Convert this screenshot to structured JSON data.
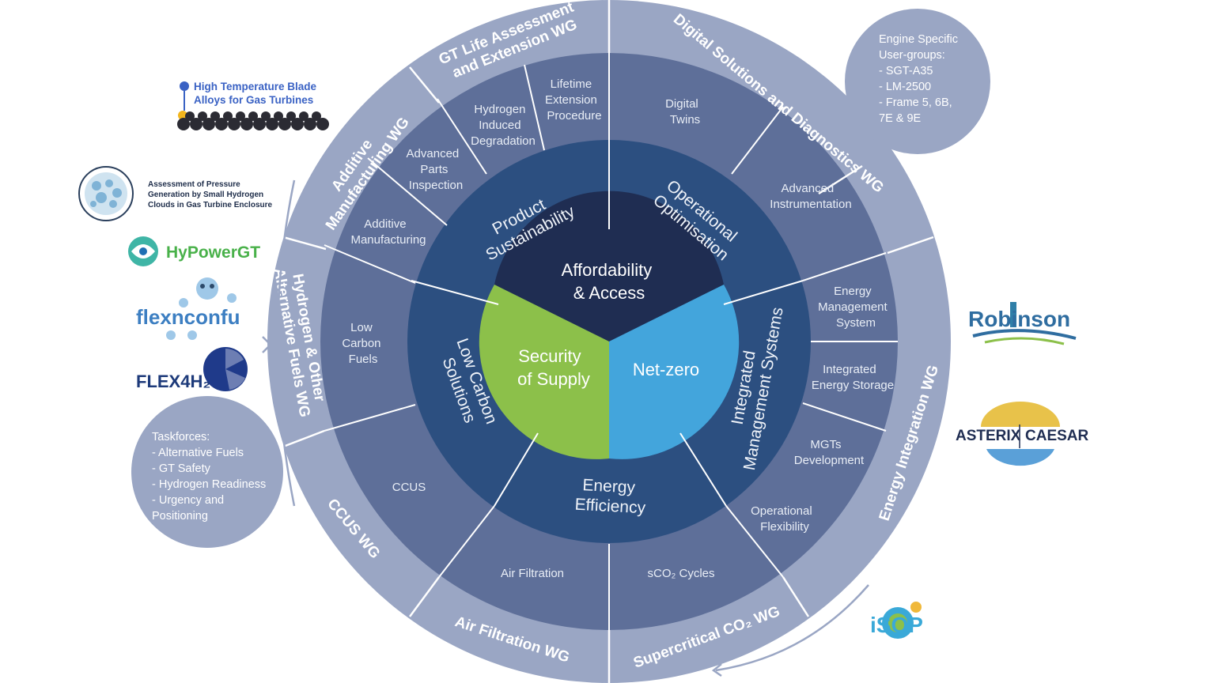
{
  "core": {
    "affordability": [
      "Affordability",
      "& Access"
    ],
    "security": [
      "Security",
      "of Supply"
    ],
    "netzero": [
      "Net-zero"
    ]
  },
  "pillars": {
    "product": [
      "Product",
      "Sustainability"
    ],
    "operational": [
      "Operational",
      "Optimisation"
    ],
    "integrated": [
      "Integrated",
      "Management Systems"
    ],
    "energy_eff": [
      "Energy",
      "Efficiency"
    ],
    "low_carbon": [
      "Low Carbon",
      "Solutions"
    ]
  },
  "topics": {
    "lifetime": [
      "Lifetime",
      "Extension",
      "Procedure"
    ],
    "hydrogen_deg": [
      "Hydrogen",
      "Induced",
      "Degradation"
    ],
    "adv_parts": [
      "Advanced",
      "Parts",
      "Inspection"
    ],
    "additive": [
      "Additive",
      "Manufacturing"
    ],
    "digital_twins": [
      "Digital",
      "Twins"
    ],
    "adv_instr": [
      "Advanced",
      "Instrumentation"
    ],
    "ems": [
      "Energy",
      "Management",
      "System"
    ],
    "ies": [
      "Integrated",
      "Energy Storage"
    ],
    "mgts": [
      "MGTs",
      "Development"
    ],
    "op_flex": [
      "Operational",
      "Flexibility"
    ],
    "sco2": "sCO₂ Cycles",
    "air_filt": "Air Filtration",
    "ccus": "CCUS",
    "low_carbon_fuels": [
      "Low",
      "Carbon",
      "Fuels"
    ]
  },
  "working_groups": {
    "gt_life": [
      "GT Life Assessment",
      "and Extension WG"
    ],
    "additive": [
      "Additive",
      "Manufacturing WG"
    ],
    "hydrogen": [
      "Hydrogen & Other",
      "Alternative Fuels WG"
    ],
    "ccus": "CCUS WG",
    "air_filtration": "Air Filtration WG",
    "supercritical": "Supercritical CO₂ WG",
    "energy_integration": "Energy Integration WG",
    "digital": "Digital Solutions and Diagnostics WG"
  },
  "user_groups": {
    "title": [
      "Engine Specific",
      "User-groups:"
    ],
    "items": [
      "-  SGT-A35",
      "-  LM-2500",
      "-  Frame 5, 6B,",
      "   7E & 9E"
    ]
  },
  "taskforces": {
    "title": "Taskforces:",
    "items": [
      "-  Alternative Fuels",
      "-  GT Safety",
      "-  Hydrogen Readiness",
      "-  Urgency and",
      "   Positioning"
    ]
  },
  "logos": {
    "blade_alloys": [
      "High Temperature Blade",
      "Alloys for Gas Turbines"
    ],
    "pressure": [
      "Assessment of Pressure",
      "Generation by Small Hydrogen",
      "Clouds in Gas Turbine Enclosure"
    ],
    "hypowergt": "HyPowerGT",
    "flexnconfu": "flexnconfu",
    "flex4h2": "FLEX4H₂",
    "robinson": "Robinson",
    "asterix": "ASTERIX",
    "caesar": "CAESAR",
    "isop": "iSOP"
  },
  "colors": {
    "outer_ring": "#9aa6c4",
    "topic_ring": "#5e6f99",
    "pillar_ring": "#2c4f80",
    "affordability": "#1f2d52",
    "security": "#8cc04a",
    "netzero": "#43a5dc",
    "bubble": "#9aa6c4"
  }
}
